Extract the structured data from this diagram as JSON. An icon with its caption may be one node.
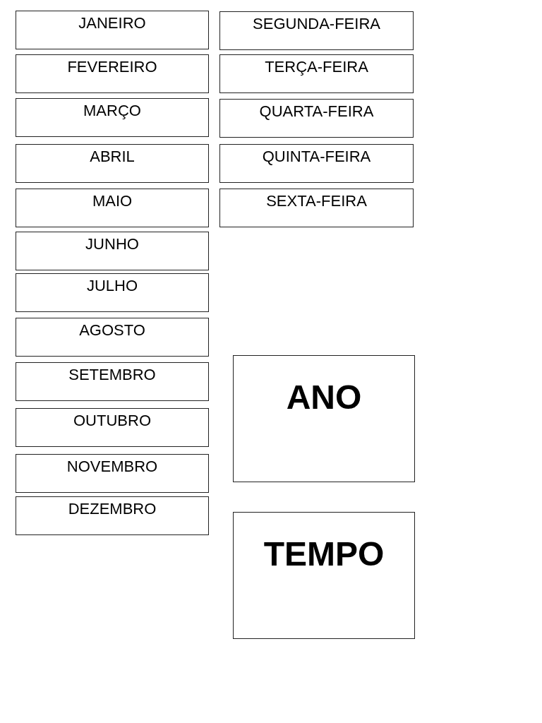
{
  "diagram": {
    "nodes": [
      {
        "text": [
          "JANEIRO"
        ]
      },
      {
        "text": [
          "FEVEREIRO"
        ]
      },
      {
        "text": [
          "MARÇO"
        ]
      },
      {
        "text": [
          "ABRIL"
        ]
      },
      {
        "text": [
          "MAIO"
        ]
      },
      {
        "text": [
          "JUNHO"
        ]
      },
      {
        "text": [
          "JULHO"
        ]
      },
      {
        "text": [
          "AGOSTO"
        ]
      },
      {
        "text": [
          "SETEMBRO"
        ]
      },
      {
        "text": [
          "OUTUBRO"
        ]
      },
      {
        "text": [
          "NOVEMBRO"
        ]
      },
      {
        "text": [
          "DEZEMBRO"
        ]
      },
      {
        "text": [
          "SEGUNDA-FEIRA"
        ]
      },
      {
        "text": [
          "TERÇA-FEIRA"
        ]
      },
      {
        "text": [
          "QUARTA-FEIRA"
        ]
      },
      {
        "text": [
          "QUINTA-FEIRA"
        ]
      },
      {
        "text": [
          "SEXTA-FEIRA"
        ]
      },
      {
        "text": [
          "ANO"
        ]
      },
      {
        "text": [
          "TEMPO"
        ]
      }
    ]
  }
}
